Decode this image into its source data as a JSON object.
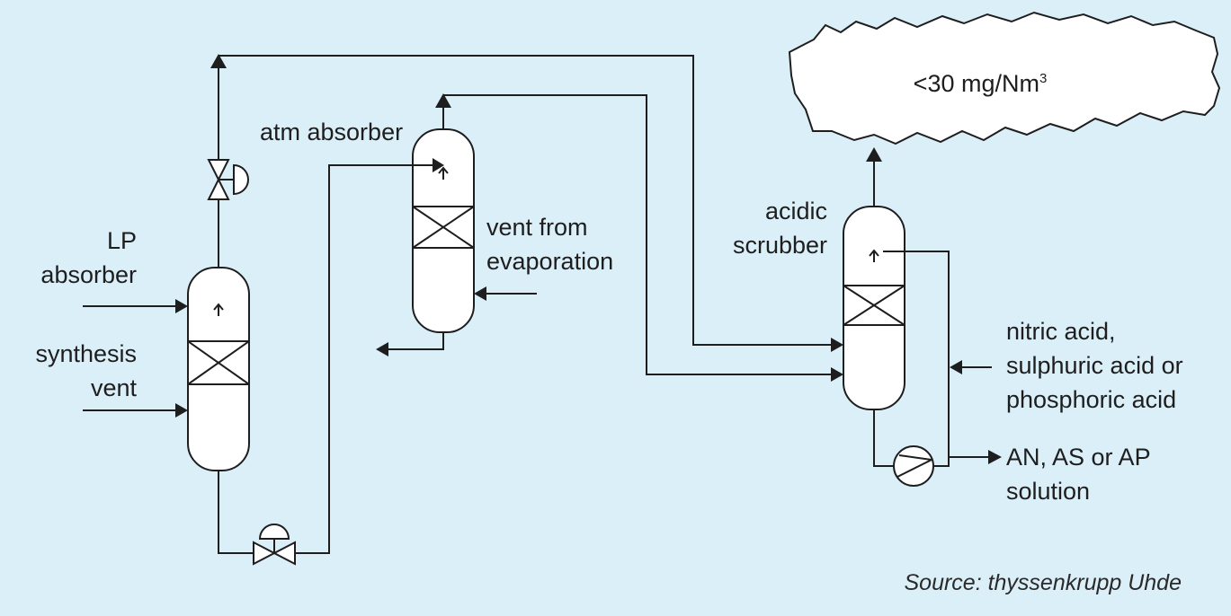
{
  "diagram": {
    "cloud_label": "<30 mg/Nm",
    "cloud_label_sup": "3",
    "atm_absorber": "atm absorber",
    "vent_from_evaporation_line1": "vent from",
    "vent_from_evaporation_line2": "evaporation",
    "lp_absorber_line1": "LP",
    "lp_absorber_line2": "absorber",
    "synthesis_vent_line1": "synthesis",
    "synthesis_vent_line2": "vent",
    "acidic_scrubber_line1": "acidic",
    "acidic_scrubber_line2": "scrubber",
    "acid_feed_line1": "nitric acid,",
    "acid_feed_line2": "sulphuric acid or",
    "acid_feed_line3": "phosphoric acid",
    "product_line1": "AN, AS or AP",
    "product_line2": "solution",
    "source": "Source: thyssenkrupp Uhde"
  },
  "colors": {
    "background": "#dbeff9",
    "line": "#1e1e1e",
    "vessel_fill": "#ffffff"
  }
}
